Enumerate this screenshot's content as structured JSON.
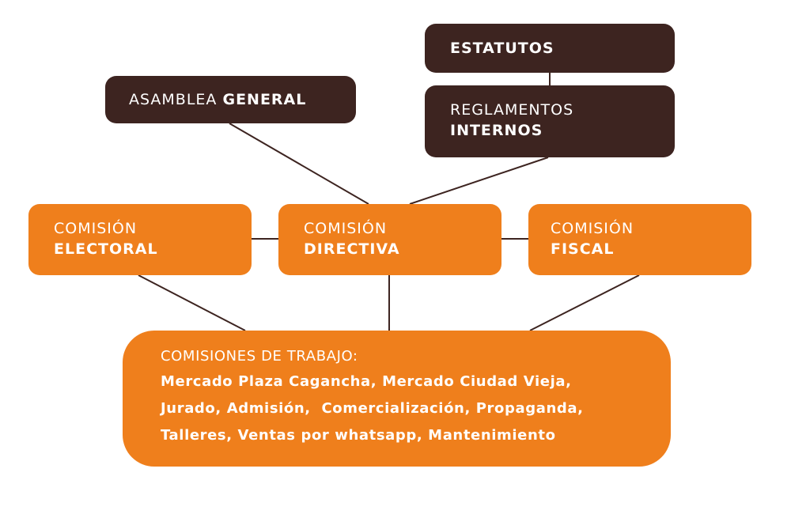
{
  "colors": {
    "dark": "#3d2420",
    "orange": "#ef7f1c",
    "line": "#3d2420"
  },
  "nodes": {
    "estatutos": {
      "line1": "ESTATUTOS"
    },
    "reglamentos": {
      "line1": "REGLAMENTOS",
      "line2": "INTERNOS"
    },
    "asamblea": {
      "part1": "ASAMBLEA ",
      "part2": "GENERAL"
    },
    "electoral": {
      "line1": "COMISIÓN",
      "line2": "ELECTORAL"
    },
    "directiva": {
      "line1": "COMISIÓN",
      "line2": "DIRECTIVA"
    },
    "fiscal": {
      "line1": "COMISIÓN",
      "line2": "FISCAL"
    },
    "trabajo": {
      "title": "COMISIONES DE TRABAJO:",
      "lines": [
        "Mercado Plaza Cagancha, Mercado Ciudad Vieja,",
        "Jurado, Admisión,  Comercialización, Propaganda,",
        "Talleres, Ventas por whatsapp, Mantenimiento"
      ]
    }
  }
}
